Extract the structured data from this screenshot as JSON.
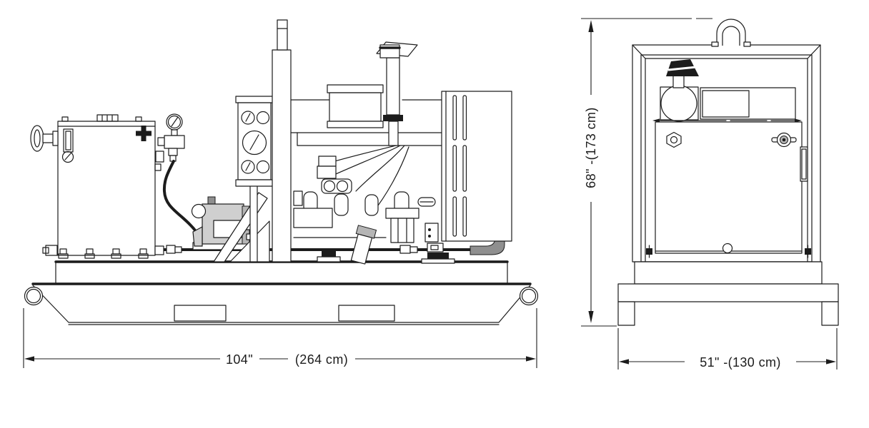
{
  "drawing": {
    "type": "dimensional line drawing, two orthographic views of skid-mounted engine unit",
    "colors": {
      "ink": "#1c1c1c",
      "paper": "#ffffff",
      "pump_gray": "#cfcfcf",
      "dark_gray": "#8f8f8f",
      "cap_gray": "#b5b5b5"
    }
  },
  "labels": {
    "side_width_in": "104\"",
    "side_width_cm": "(264 cm)",
    "front_height": "68\" -(173 cm)",
    "front_width": "51\" -(130 cm)"
  }
}
